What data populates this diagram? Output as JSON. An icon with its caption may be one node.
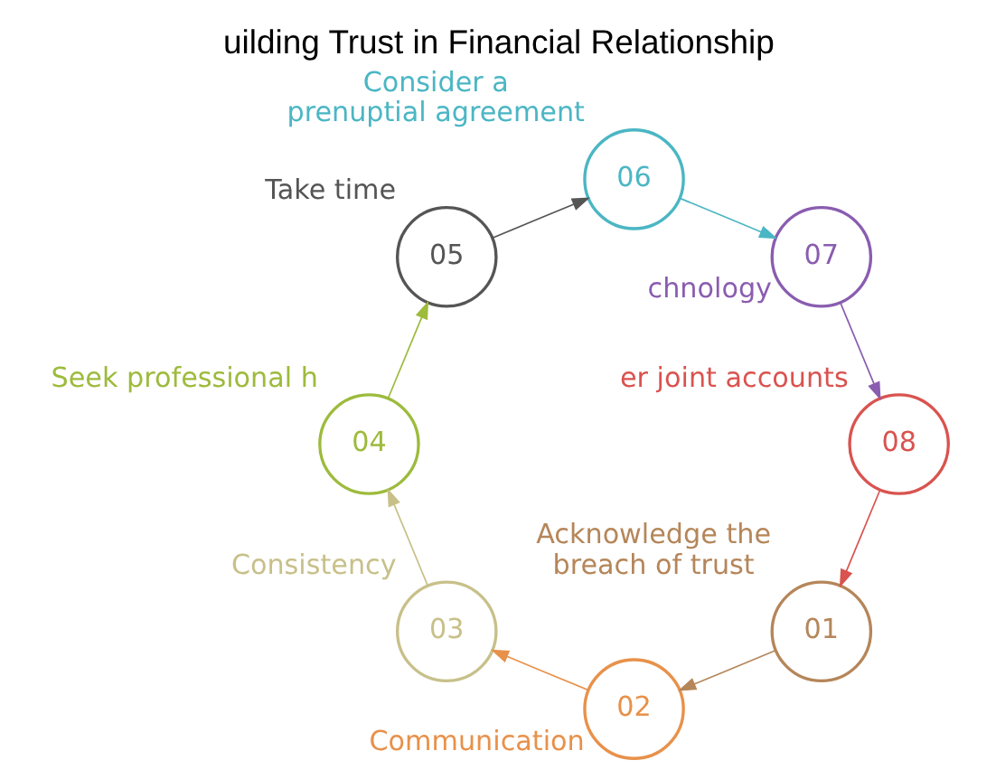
{
  "diagram": {
    "title": "uilding Trust in Financial Relationship",
    "nodes": [
      {
        "text": [
          "01"
        ],
        "beside": [
          "Acknowledge the breach of trust"
        ]
      },
      {
        "text": [
          "02"
        ],
        "beside": [
          "Communication"
        ]
      },
      {
        "text": [
          "03"
        ],
        "beside": [
          "Consistency"
        ]
      },
      {
        "text": [
          "04"
        ],
        "beside": [
          "Seek professional h"
        ]
      },
      {
        "text": [
          "05"
        ],
        "beside": [
          "Take time"
        ]
      },
      {
        "text": [
          "06"
        ],
        "beside": [
          "Consider a prenuptial agreement"
        ]
      },
      {
        "text": [
          "07"
        ],
        "beside": [
          "chnology"
        ]
      },
      {
        "text": [
          "08"
        ],
        "beside": [
          "er joint accounts"
        ]
      }
    ],
    "edges": [
      {
        "from": 0,
        "to": 1,
        "arrow": "to",
        "color": "#b5865a"
      },
      {
        "from": 1,
        "to": 2,
        "arrow": "to",
        "color": "#e8914a"
      },
      {
        "from": 2,
        "to": 3,
        "arrow": "to",
        "color": "#c8c08a"
      },
      {
        "from": 3,
        "to": 4,
        "arrow": "to",
        "color": "#9dbb3c"
      },
      {
        "from": 4,
        "to": 5,
        "arrow": "to",
        "color": "#555555"
      },
      {
        "from": 5,
        "to": 6,
        "arrow": "to",
        "color": "#4bb6c4"
      },
      {
        "from": 6,
        "to": 7,
        "arrow": "to",
        "color": "#8a5db0"
      },
      {
        "from": 7,
        "to": 0,
        "arrow": "to",
        "color": "#d9534f"
      }
    ]
  }
}
